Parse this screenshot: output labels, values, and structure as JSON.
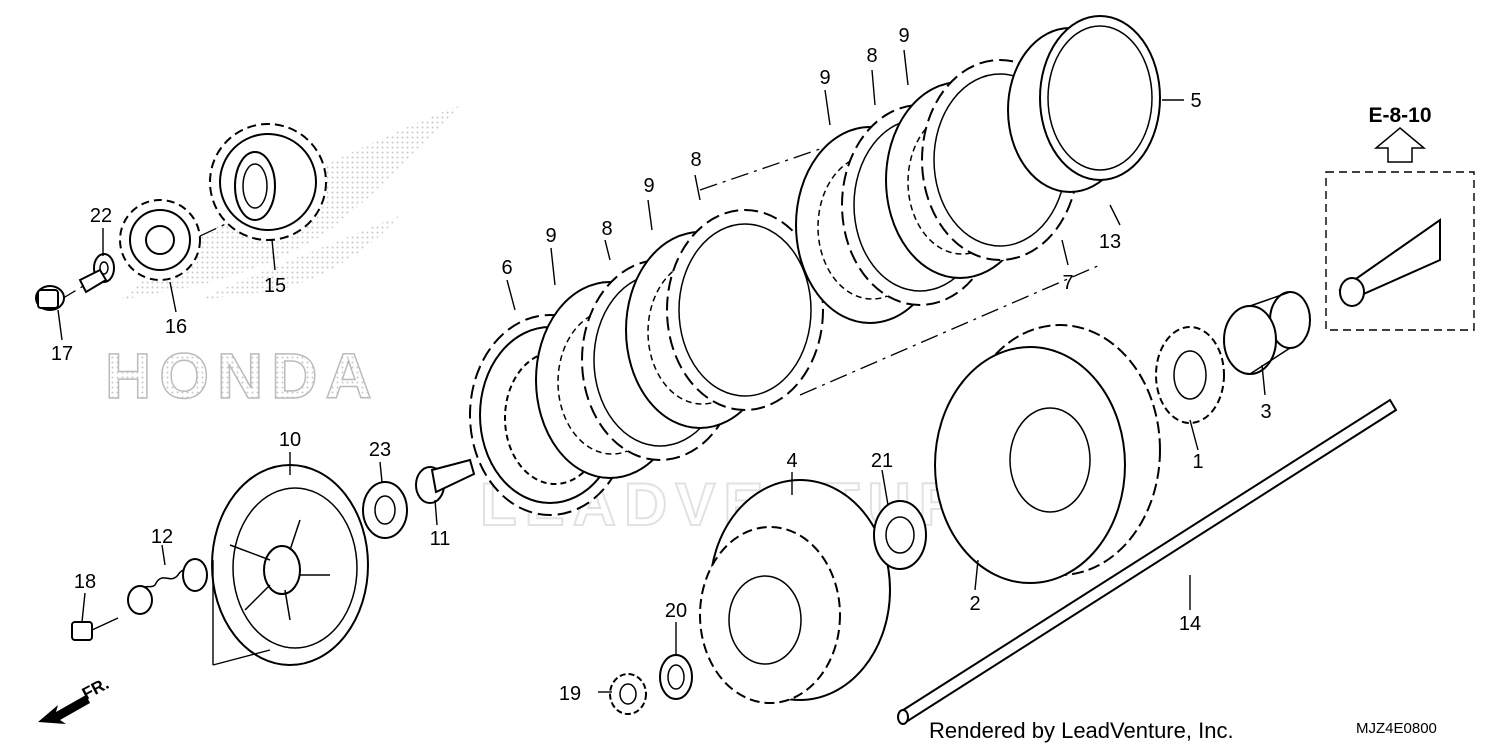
{
  "diagram": {
    "brand_watermark": "HONDA",
    "renderer_watermark": "LEADVENTURE",
    "credit": "Rendered by LeadVenture, Inc.",
    "diagram_code": "MJZ4E0800",
    "reference": "E-8-10",
    "direction_label": "FR.",
    "callouts": {
      "c1": "1",
      "c2": "2",
      "c3": "3",
      "c4": "4",
      "c5": "5",
      "c6": "6",
      "c7": "7",
      "c8a": "8",
      "c8b": "8",
      "c8c": "8",
      "c9a": "9",
      "c9b": "9",
      "c9c": "9",
      "c9d": "9",
      "c10": "10",
      "c11": "11",
      "c12": "12",
      "c13": "13",
      "c14": "14",
      "c15": "15",
      "c16": "16",
      "c17": "17",
      "c18": "18",
      "c19": "19",
      "c20": "20",
      "c21": "21",
      "c22": "22",
      "c23": "23"
    }
  }
}
